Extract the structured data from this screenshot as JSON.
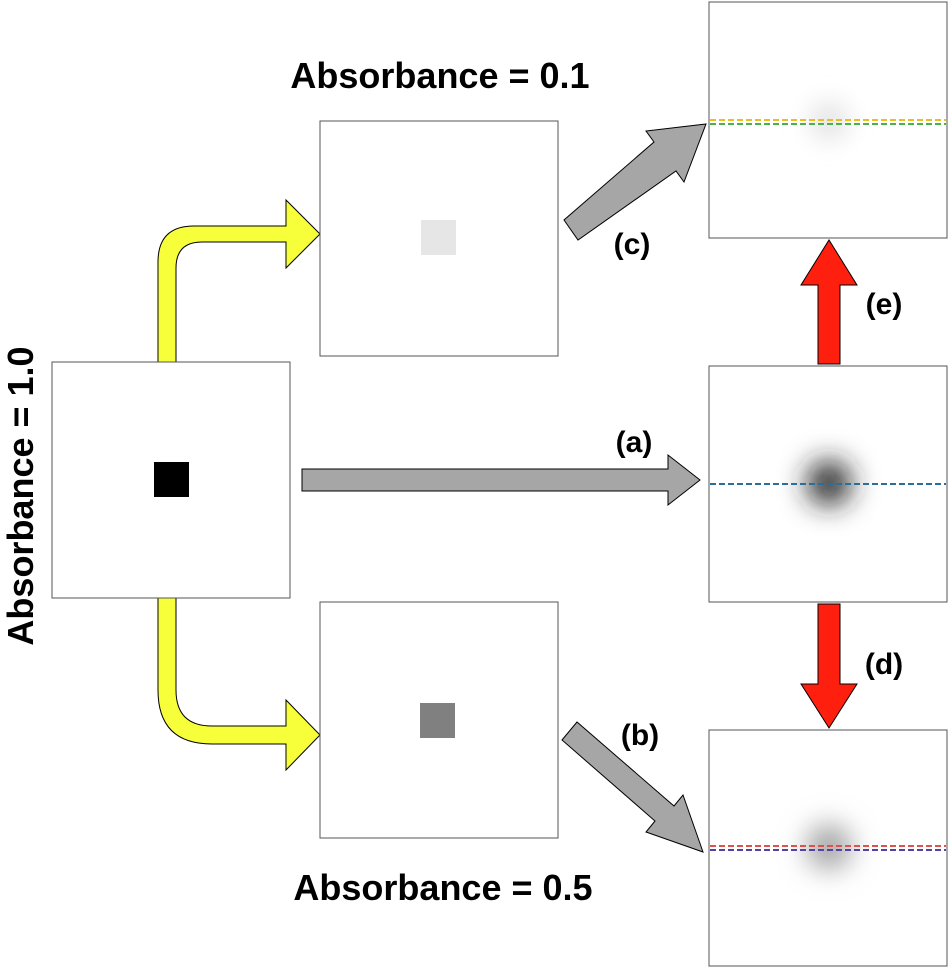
{
  "labels": {
    "abs_top": "Absorbance = 0.1",
    "abs_bottom": "Absorbance = 0.5",
    "abs_left": "Absorbance = 1.0",
    "step_a": "(a)",
    "step_b": "(b)",
    "step_c": "(c)",
    "step_d": "(d)",
    "step_e": "(e)"
  },
  "colors": {
    "yellow_arrow": "#f7ff3a",
    "gray_arrow": "#a6a6a6",
    "red_arrow": "#ff1f0f",
    "square_full": "#000000",
    "square_half": "#808080",
    "square_tenth": "#e6e6e6",
    "line_top_a": "#e8c21a",
    "line_top_b": "#4caf50",
    "line_mid": "#2a6f9a",
    "line_bottom_a": "#d9534f",
    "line_bottom_b": "#5b3fa0"
  },
  "blur_intensity": {
    "top": 0.1,
    "middle": 1.0,
    "bottom": 0.5
  }
}
